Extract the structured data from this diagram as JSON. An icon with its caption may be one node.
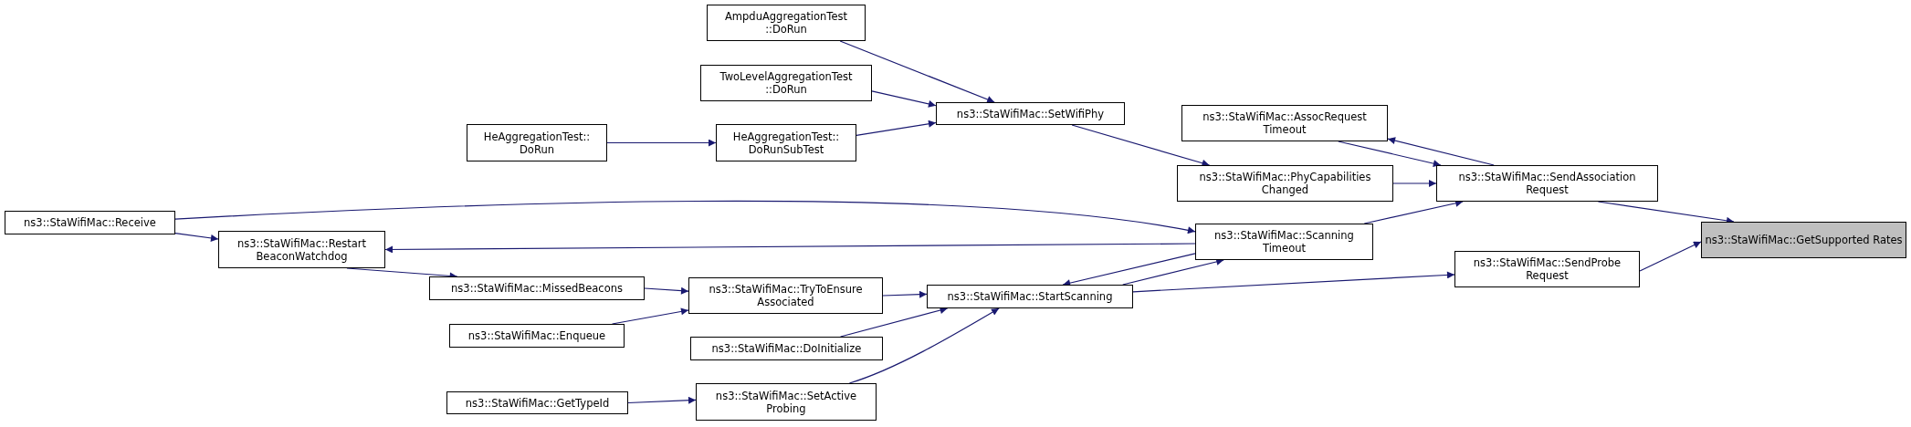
{
  "diagram": {
    "nodes": [
      {
        "text": [
          "ns3::StaWifiMac::GetSupported Rates"
        ]
      },
      {
        "text": [
          "ns3::StaWifiMac::SendAssociation Request"
        ]
      },
      {
        "text": [
          "ns3::StaWifiMac::SendProbe Request"
        ]
      },
      {
        "text": [
          "ns3::StaWifiMac::AssocRequest Timeout"
        ]
      },
      {
        "text": [
          "ns3::StaWifiMac::PhyCapabilities Changed"
        ]
      },
      {
        "text": [
          "ns3::StaWifiMac::Scanning Timeout"
        ]
      },
      {
        "text": [
          "ns3::StaWifiMac::StartScanning"
        ]
      },
      {
        "text": [
          "ns3::StaWifiMac::SetWifiPhy"
        ]
      },
      {
        "text": [
          "AmpduAggregationTest ::DoRun"
        ]
      },
      {
        "text": [
          "TwoLevelAggregationTest ::DoRun"
        ]
      },
      {
        "text": [
          "HeAggregationTest:: DoRunSubTest"
        ]
      },
      {
        "text": [
          "HeAggregationTest:: DoRun"
        ]
      },
      {
        "text": [
          "ns3::StaWifiMac::Receive"
        ]
      },
      {
        "text": [
          "ns3::StaWifiMac::Restart BeaconWatchdog"
        ]
      },
      {
        "text": [
          "ns3::StaWifiMac::MissedBeacons"
        ]
      },
      {
        "text": [
          "ns3::StaWifiMac::TryToEnsure Associated"
        ]
      },
      {
        "text": [
          "ns3::StaWifiMac::Enqueue"
        ]
      },
      {
        "text": [
          "ns3::StaWifiMac::DoInitialize"
        ]
      },
      {
        "text": [
          "ns3::StaWifiMac::SetActive Probing"
        ]
      },
      {
        "text": [
          "ns3::StaWifiMac::GetTypeId"
        ]
      }
    ],
    "edges": [
      {
        "from": 1,
        "to": 0,
        "arrow": "to"
      },
      {
        "from": 2,
        "to": 0,
        "arrow": "to"
      },
      {
        "from": 3,
        "to": 1,
        "arrow": "to"
      },
      {
        "from": 1,
        "to": 3,
        "arrow": "to"
      },
      {
        "from": 4,
        "to": 1,
        "arrow": "to"
      },
      {
        "from": 5,
        "to": 1,
        "arrow": "to"
      },
      {
        "from": 6,
        "to": 2,
        "arrow": "to"
      },
      {
        "from": 7,
        "to": 4,
        "arrow": "to"
      },
      {
        "from": 12,
        "to": 5,
        "arrow": "to"
      },
      {
        "from": 5,
        "to": 13,
        "arrow": "to"
      },
      {
        "from": 5,
        "to": 6,
        "arrow": "to"
      },
      {
        "from": 6,
        "to": 5,
        "arrow": "to"
      },
      {
        "from": 8,
        "to": 7,
        "arrow": "to"
      },
      {
        "from": 9,
        "to": 7,
        "arrow": "to"
      },
      {
        "from": 10,
        "to": 7,
        "arrow": "to"
      },
      {
        "from": 11,
        "to": 10,
        "arrow": "to"
      },
      {
        "from": 12,
        "to": 13,
        "arrow": "to"
      },
      {
        "from": 13,
        "to": 14,
        "arrow": "to"
      },
      {
        "from": 14,
        "to": 15,
        "arrow": "to"
      },
      {
        "from": 16,
        "to": 15,
        "arrow": "to"
      },
      {
        "from": 15,
        "to": 6,
        "arrow": "to"
      },
      {
        "from": 17,
        "to": 6,
        "arrow": "to"
      },
      {
        "from": 18,
        "to": 6,
        "arrow": "to"
      },
      {
        "from": 19,
        "to": 18,
        "arrow": "to"
      }
    ]
  }
}
